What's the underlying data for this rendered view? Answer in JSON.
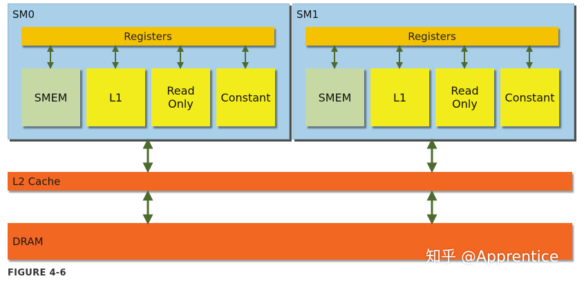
{
  "sm0": {
    "label": "SM0",
    "registers": "Registers",
    "blocks": {
      "smem": "SMEM",
      "l1": "L1",
      "readonly_line1": "Read",
      "readonly_line2": "Only",
      "constant": "Constant"
    }
  },
  "sm1": {
    "label": "SM1",
    "registers": "Registers",
    "blocks": {
      "smem": "SMEM",
      "l1": "L1",
      "readonly_line1": "Read",
      "readonly_line2": "Only",
      "constant": "Constant"
    }
  },
  "l2": {
    "label": "L2 Cache"
  },
  "dram": {
    "label": "DRAM"
  },
  "figure_label": "FIGURE 4-6",
  "watermark": "知乎 @Apprentice",
  "colors": {
    "sm_bg": "#a9cfe9",
    "registers": "#f5c200",
    "smem": "#c6d8a3",
    "cache_block": "#f2ec1c",
    "l2_dram": "#f26722",
    "arrow": "#4e6b2e"
  }
}
